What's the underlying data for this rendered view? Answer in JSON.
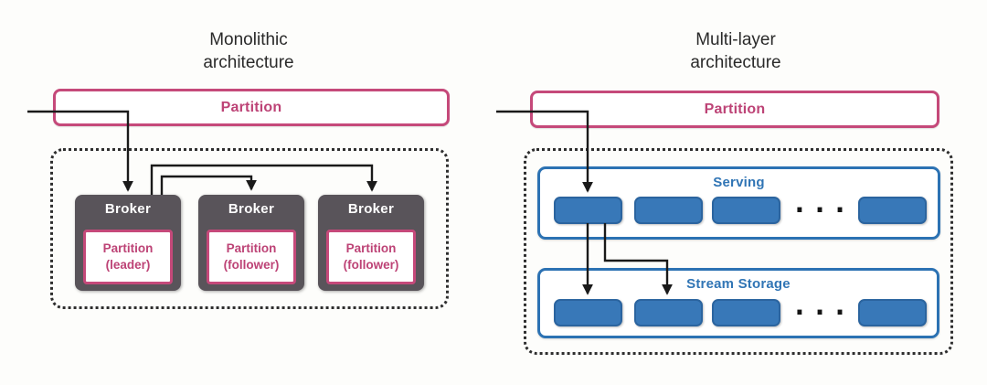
{
  "colors": {
    "pink_border": "#c5497a",
    "pink_text": "#bd4376",
    "blue_border": "#2c72b3",
    "blue_fill": "#3878b8",
    "blue_text": "#3075b5",
    "broker_gray": "#59545a",
    "arrow_black": "#1a1a1a",
    "dotted_border": "#2e2e2e"
  },
  "monolithic": {
    "title_line1": "Monolithic",
    "title_line2": "architecture",
    "partition_label": "Partition",
    "brokers": [
      {
        "label": "Broker",
        "partition_line1": "Partition",
        "partition_line2": "(leader)"
      },
      {
        "label": "Broker",
        "partition_line1": "Partition",
        "partition_line2": "(follower)"
      },
      {
        "label": "Broker",
        "partition_line1": "Partition",
        "partition_line2": "(follower)"
      }
    ]
  },
  "multilayer": {
    "title_line1": "Multi-layer",
    "title_line2": "architecture",
    "partition_label": "Partition",
    "layers": [
      {
        "label": "Serving",
        "ellipsis": "..."
      },
      {
        "label": "Stream Storage",
        "ellipsis": "..."
      }
    ]
  }
}
